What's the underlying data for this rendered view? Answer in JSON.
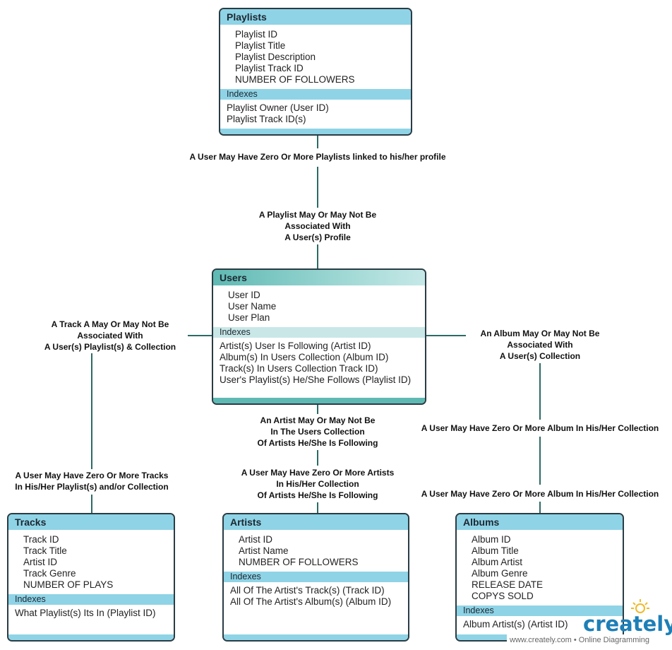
{
  "tables": {
    "playlists": {
      "title": "Playlists",
      "fields": [
        "Playlist ID",
        "Playlist Title",
        "Playlist Description",
        "Playlist Track ID",
        "NUMBER OF FOLLOWERS"
      ],
      "indexes_label": "Indexes",
      "indexes": [
        "Playlist Owner (User ID)",
        "Playlist Track ID(s)"
      ]
    },
    "users": {
      "title": "Users",
      "fields": [
        "User ID",
        "User Name",
        "User Plan"
      ],
      "indexes_label": "Indexes",
      "indexes": [
        "Artist(s) User Is Following (Artist ID)",
        "Album(s) In Users Collection (Album  ID)",
        "Track(s) In Users Collection Track  ID)",
        "User's Playlist(s) He/She Follows (Playlist ID)"
      ]
    },
    "tracks": {
      "title": "Tracks",
      "fields": [
        "Track ID",
        "Track Title",
        "Artist ID",
        "Track Genre",
        "NUMBER OF PLAYS"
      ],
      "indexes_label": "Indexes",
      "indexes": [
        "What Playlist(s) Its In (Playlist ID)"
      ]
    },
    "artists": {
      "title": "Artists",
      "fields": [
        "Artist ID",
        "Artist Name",
        "NUMBER OF FOLLOWERS"
      ],
      "indexes_label": "Indexes",
      "indexes": [
        "All Of The Artist's Track(s) (Track ID)",
        "All Of The Artist's Album(s) (Album ID)"
      ]
    },
    "albums": {
      "title": "Albums",
      "fields": [
        "Album ID",
        "Album Title",
        "Album Artist",
        "Album Genre",
        "RELEASE DATE",
        "COPYS SOLD"
      ],
      "indexes_label": "Indexes",
      "indexes": [
        "Album Artist(s) (Artist ID)"
      ]
    }
  },
  "relationships": {
    "playlist_user_top": "A User May Have Zero Or More Playlists linked to his/her profile",
    "playlist_user_bottom": [
      "A Playlist May Or May Not Be",
      "Associated With",
      "A User(s) Profile"
    ],
    "track_user_top": [
      "A Track A May Or May Not Be",
      "Associated With",
      "A User(s) Playlist(s) & Collection"
    ],
    "track_user_bottom": [
      "A User May Have Zero Or More Tracks",
      "In His/Her Playlist(s) and/or Collection"
    ],
    "artist_user_top": [
      "An Artist May Or May Not Be",
      "In The Users Collection",
      "Of Artists He/She Is Following"
    ],
    "artist_user_bottom": [
      "A User May Have Zero Or More Artists",
      "In His/Her Collection",
      "Of Artists He/She Is Following"
    ],
    "album_user_top": [
      "An Album May Or May Not Be",
      "Associated With",
      "A User(s) Collection"
    ],
    "album_user_mid": "A User May Have Zero Or More Album In His/Her Collection",
    "album_user_bottom": "A User May Have Zero Or More Album In His/Her Collection"
  },
  "branding": {
    "logo": "creately",
    "tagline": "www.creately.com • Online Diagramming"
  },
  "colors": {
    "header": "#8fd3e6",
    "users_header": "#5fb9b3",
    "connector": "#2c6a65",
    "border": "#2a3c44",
    "logo": "#1d7fb7"
  }
}
